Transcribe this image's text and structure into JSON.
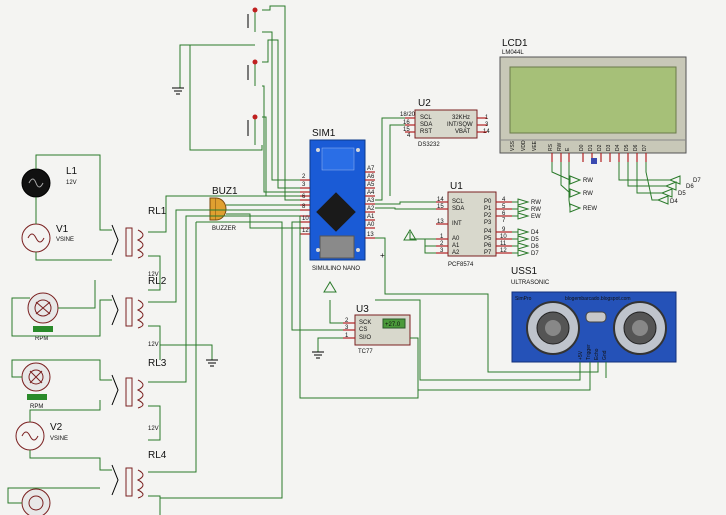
{
  "labels": {
    "sim1": "SIM1",
    "sim1_sub": "SIMULINO NANO",
    "u2": "U2",
    "u2_part": "DS3232",
    "u1": "U1",
    "u1_part": "PCF8574",
    "lcd1": "LCD1",
    "lcd1_part": "LM044L",
    "u3": "U3",
    "u3_part": "TC77",
    "uss1": "USS1",
    "uss1_part": "ULTRASONIC",
    "uss1_url": "blogembarcado.blogspot.com",
    "uss1_brand": "SimPro",
    "buz1": "BUZ1",
    "buz1_part": "BUZZER",
    "l1": "L1",
    "l1_v": "12V",
    "v1": "V1",
    "v1_part": "VSINE",
    "v2": "V2",
    "v2_part": "VSINE",
    "rl1": "RL1",
    "rl2": "RL2",
    "rl3": "RL3",
    "rl4": "RL4",
    "v12": "12V",
    "rpm": "RPM",
    "u3_readout": "+27.0"
  },
  "pins": {
    "u2_left": [
      "18/20",
      "SCL",
      "SDA",
      "RST"
    ],
    "u2_left_nums": [
      "16",
      "15",
      "4"
    ],
    "u2_right": [
      "32KHz",
      "INT/SQW",
      "VBAT"
    ],
    "u2_right_nums": [
      "1",
      "3",
      "14"
    ],
    "u1_left": [
      "SCL",
      "SDA",
      "INT",
      "A0",
      "A1",
      "A2"
    ],
    "u1_left_nums": [
      "14",
      "15",
      "13",
      "1",
      "2",
      "3"
    ],
    "u1_right": [
      "P0",
      "P1",
      "P2",
      "P3",
      "P4",
      "P5",
      "P6",
      "P7"
    ],
    "u1_right_nums": [
      "4",
      "5",
      "6",
      "7",
      "9",
      "10",
      "11",
      "12"
    ],
    "u1_out": [
      "RW",
      "RW",
      "EW",
      "D4",
      "D5",
      "D6",
      "D7"
    ],
    "lcd_pins": [
      "VSS",
      "VDD",
      "VEE",
      "RS",
      "RW",
      "E",
      "D0",
      "D1",
      "D2",
      "D3",
      "D4",
      "D5",
      "D6",
      "D7"
    ],
    "lcd_bus": [
      "RW",
      "RW",
      "REW"
    ],
    "lcd_data": [
      "D7",
      "D6",
      "D5",
      "D4"
    ],
    "u3_pins": [
      "SCK",
      "CS",
      "SI/O"
    ],
    "u3_nums": [
      "2",
      "3",
      "1"
    ],
    "sim_nums": [
      "A7",
      "A6",
      "A5",
      "A4",
      "A3",
      "A2",
      "A1",
      "A0",
      "13"
    ],
    "sim_left_nums": [
      "2",
      "3",
      "4",
      "5",
      "6",
      "7",
      "8",
      "9",
      "10",
      "11",
      "12"
    ],
    "uss_pins": [
      "+5V",
      "Trigger",
      "Echo",
      "Gnd"
    ]
  },
  "colors": {
    "wire": "#2a7a2a",
    "nano_blue": "#1a5bd6",
    "uss_blue": "#2552b8",
    "lcd_green": "#a6c078",
    "pin_red": "#b02020"
  }
}
